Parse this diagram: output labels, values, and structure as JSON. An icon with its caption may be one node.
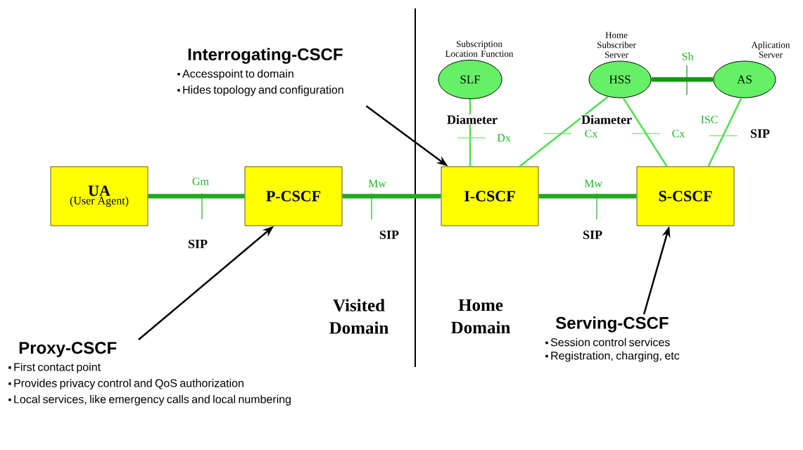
{
  "diagram": {
    "nodes": [
      {
        "text": [
          "UA",
          "(User Agent)"
        ]
      },
      {
        "text": [
          "P-CSCF"
        ]
      },
      {
        "text": [
          "I-CSCF"
        ]
      },
      {
        "text": [
          "S-CSCF"
        ]
      },
      {
        "text": [
          "SLF"
        ],
        "beside": [
          "Subscription Location Function"
        ]
      },
      {
        "text": [
          "HSS"
        ],
        "beside": [
          "Home Subscriber Server"
        ]
      },
      {
        "text": [
          "AS"
        ],
        "beside": [
          "Aplication Server"
        ]
      },
      {
        "text": [
          "Interrogating-CSCF",
          "Accesspoint to domain",
          "Hides topology and configuration"
        ]
      },
      {
        "text": [
          "Proxy-CSCF",
          "First contact point",
          "Provides privacy control and QoS authorization",
          "Local services, like emergency calls and local numbering"
        ]
      },
      {
        "text": [
          "Serving-CSCF",
          "Session control services",
          "Registration, charging, etc"
        ]
      }
    ],
    "edges": [
      {
        "from": 0,
        "to": 1,
        "arrow": "none",
        "label": "Gm",
        "style": "thick",
        "color": "#22aa22"
      },
      {
        "from": 1,
        "to": 2,
        "arrow": "none",
        "label": "Mw",
        "style": "thick",
        "color": "#22aa22"
      },
      {
        "from": 2,
        "to": 3,
        "arrow": "none",
        "label": "Mw",
        "style": "thick",
        "color": "#22aa22"
      },
      {
        "from": 4,
        "to": 2,
        "arrow": "none",
        "label": "Dx"
      },
      {
        "from": 5,
        "to": 2,
        "arrow": "none",
        "label": "Cx"
      },
      {
        "from": 5,
        "to": 3,
        "arrow": "none",
        "label": "Cx"
      },
      {
        "from": 6,
        "to": 3,
        "arrow": "none",
        "label": "ISC"
      },
      {
        "from": 5,
        "to": 6,
        "arrow": "none",
        "label": "Sh",
        "style": "thick",
        "color": "#119911"
      },
      {
        "from": 7,
        "to": 2,
        "arrow": "to",
        "color": "#000000"
      },
      {
        "from": 8,
        "to": 1,
        "arrow": "to",
        "color": "#000000"
      },
      {
        "from": 9,
        "to": 3,
        "arrow": "to",
        "color": "#000000"
      }
    ],
    "labels": [
      "Diameter",
      "Diameter",
      "SIP",
      "SIP",
      "SIP",
      "SIP",
      "Visited Domain",
      "Home Domain"
    ]
  }
}
